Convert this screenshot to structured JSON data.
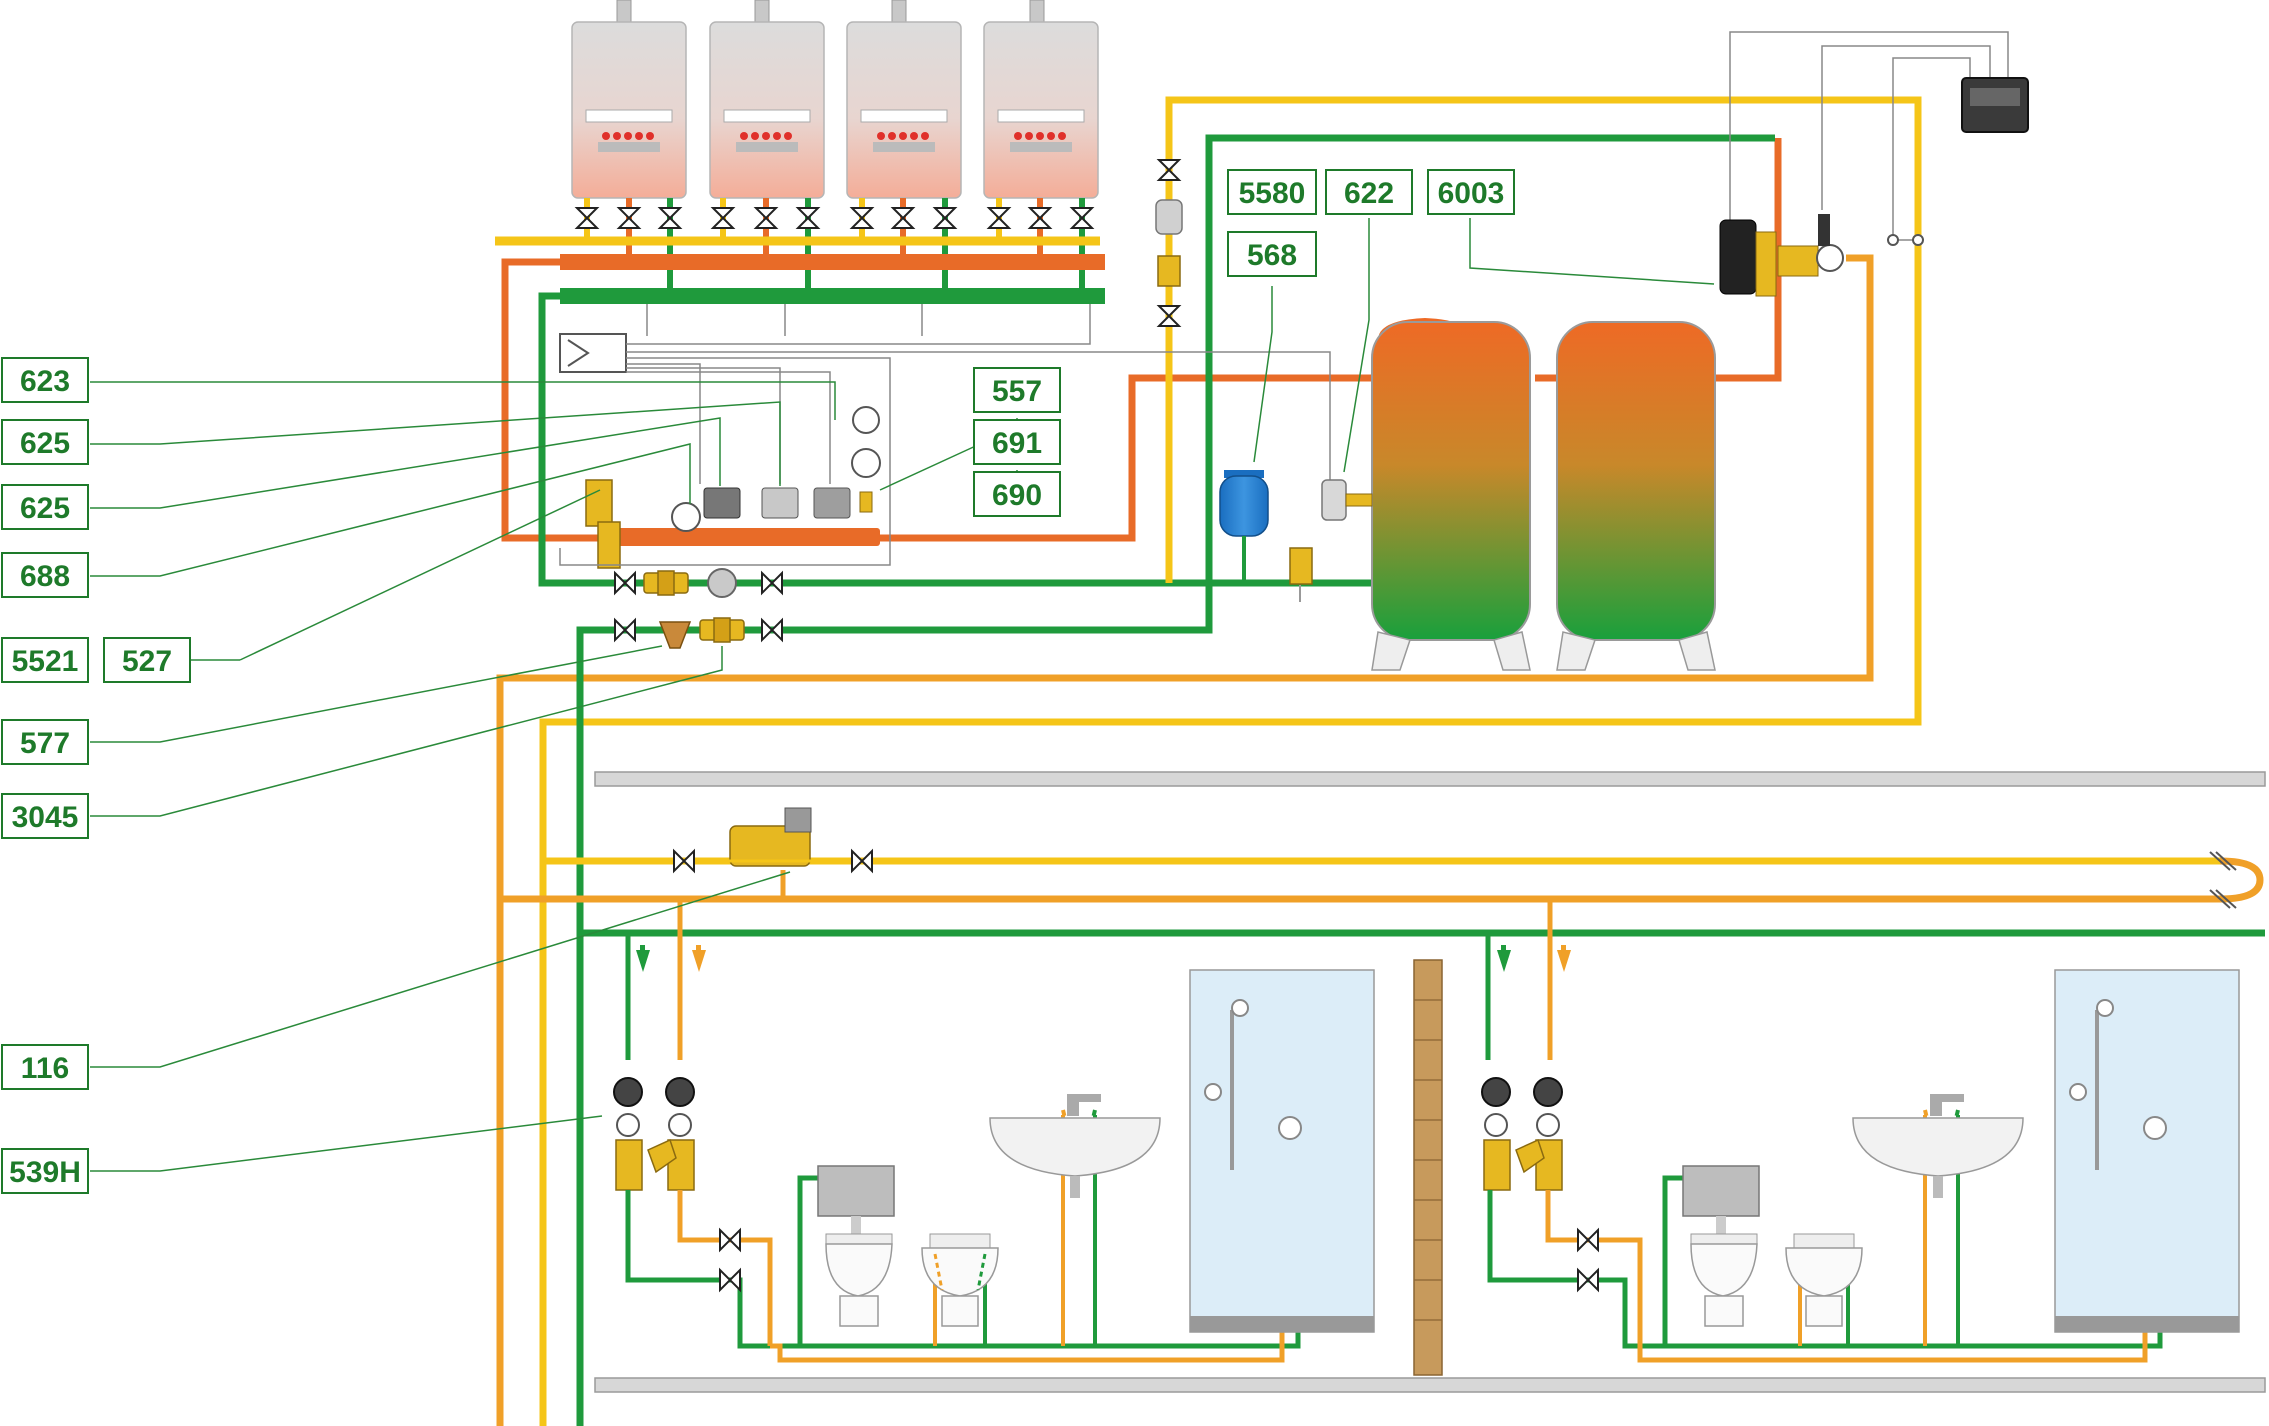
{
  "colors": {
    "green": "#1f9a3c",
    "orange": "#e86b28",
    "orange_return": "#f0a028",
    "yellow": "#f5c518",
    "label_green": "#1e7a2a",
    "boiler_grey": "#d9d9d9",
    "boiler_pink": "#f6b4a0",
    "shower_blue": "#dcedf8",
    "brick": "#c79a5c"
  },
  "boilers": [
    {
      "name": "boiler-1"
    },
    {
      "name": "boiler-2"
    },
    {
      "name": "boiler-3"
    },
    {
      "name": "boiler-4"
    }
  ],
  "labels": {
    "623": "623",
    "625a": "625",
    "625b": "625",
    "688": "688",
    "5521": "5521",
    "527": "527",
    "577": "577",
    "3045": "3045",
    "116": "116",
    "539H": "539H",
    "557": "557",
    "691": "691",
    "690": "690",
    "5580": "5580",
    "568": "568",
    "622": "622",
    "6003": "6003"
  },
  "icons": {
    "boiler": "boiler-icon",
    "valve": "ball-valve-icon",
    "pump": "circulating-pump-icon",
    "expansion_vessel": "expansion-vessel-icon",
    "storage_tank": "storage-tank-icon",
    "controller": "controller-icon",
    "washbasin": "washbasin-icon",
    "wc": "toilet-icon",
    "bidet": "bidet-icon",
    "shower": "shower-icon",
    "mixing_valve": "thermostatic-mixing-valve-icon",
    "arrow_down": "flow-arrow-down-icon"
  }
}
